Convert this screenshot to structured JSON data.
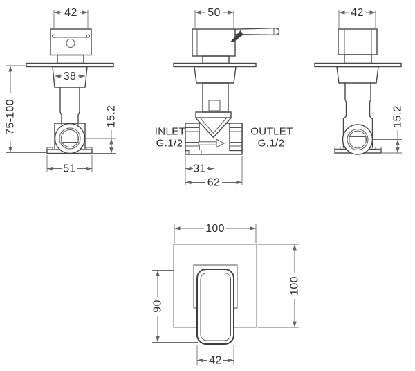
{
  "colors": {
    "background": "#ffffff",
    "object_line": "#474747",
    "dimension_line": "#666666",
    "label_text": "#2e2e2e"
  },
  "views": {
    "side_left": {
      "dims": {
        "handle_width": "42",
        "escutcheon_width": "38",
        "install_depth_range": "75-100",
        "valve_center_to_bracket": "15.2",
        "bracket_width": "51"
      }
    },
    "front_center": {
      "dims": {
        "handle_width": "50",
        "inlet_to_center": "31",
        "body_width": "62"
      },
      "ports": {
        "inlet_label": "INLET",
        "inlet_thread": "G.1/2",
        "outlet_label": "OUTLET",
        "outlet_thread": "G.1/2"
      }
    },
    "side_right": {
      "dims": {
        "handle_width": "42",
        "valve_center_to_bracket": "15.2"
      }
    },
    "face_front": {
      "dims": {
        "plate_width": "100",
        "plate_height": "100",
        "handle_length": "90",
        "handle_width": "42"
      }
    }
  }
}
